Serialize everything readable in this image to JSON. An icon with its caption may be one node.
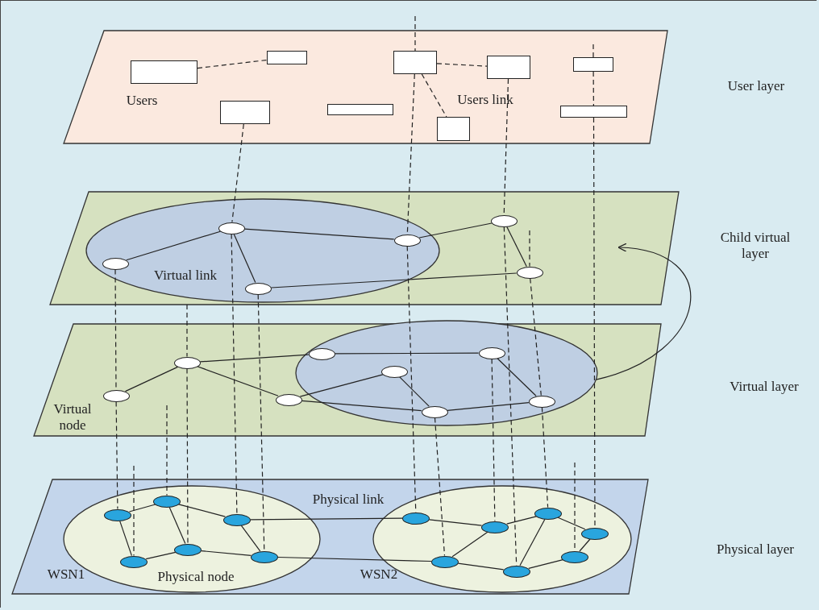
{
  "diagram": {
    "nodes": [
      {
        "text": [
          "User layer"
        ]
      },
      {
        "text": [],
        "shape": "box",
        "in": 0
      },
      {
        "text": [],
        "shape": "box",
        "in": 0
      },
      {
        "text": [],
        "shape": "box",
        "in": 0
      },
      {
        "text": [],
        "shape": "box",
        "in": 0
      },
      {
        "text": [],
        "shape": "box",
        "in": 0
      },
      {
        "text": [],
        "shape": "box",
        "in": 0
      },
      {
        "text": [],
        "shape": "box",
        "in": 0
      },
      {
        "text": [],
        "shape": "box",
        "in": 0
      },
      {
        "text": [],
        "shape": "box",
        "in": 0
      },
      {
        "text": [
          "Child virtual layer"
        ]
      },
      {
        "text": [],
        "shape": "ellipse",
        "in": 10
      },
      {
        "text": [],
        "shape": "ellipse",
        "in": 11
      },
      {
        "text": [],
        "shape": "ellipse",
        "in": 11
      },
      {
        "text": [],
        "shape": "ellipse",
        "in": 11
      },
      {
        "text": [],
        "shape": "ellipse",
        "in": 11
      },
      {
        "text": [],
        "shape": "ellipse",
        "in": 10
      },
      {
        "text": [],
        "shape": "ellipse",
        "in": 10
      },
      {
        "text": [
          "Virtual layer"
        ]
      },
      {
        "text": [],
        "shape": "ellipse",
        "in": 18
      },
      {
        "text": [],
        "shape": "ellipse",
        "in": 18
      },
      {
        "text": [],
        "shape": "ellipse",
        "in": 18
      },
      {
        "text": [],
        "shape": "ellipse",
        "in": 18
      },
      {
        "text": [],
        "shape": "ellipse",
        "in": 22
      },
      {
        "text": [],
        "shape": "ellipse",
        "in": 22
      },
      {
        "text": [],
        "shape": "ellipse",
        "in": 22
      },
      {
        "text": [],
        "shape": "ellipse",
        "in": 22
      },
      {
        "text": [],
        "shape": "ellipse",
        "in": 22
      },
      {
        "text": [
          "Physical layer"
        ]
      },
      {
        "text": [
          "WSN1"
        ],
        "in": 28
      },
      {
        "text": [],
        "shape": "ellipse",
        "in": 29
      },
      {
        "text": [],
        "shape": "ellipse",
        "in": 29
      },
      {
        "text": [],
        "shape": "ellipse",
        "in": 29
      },
      {
        "text": [],
        "shape": "ellipse",
        "in": 29
      },
      {
        "text": [],
        "shape": "ellipse",
        "in": 29
      },
      {
        "text": [],
        "shape": "ellipse",
        "in": 29
      },
      {
        "text": [
          "WSN2"
        ],
        "in": 28
      },
      {
        "text": [],
        "shape": "ellipse",
        "in": 36
      },
      {
        "text": [],
        "shape": "ellipse",
        "in": 36
      },
      {
        "text": [],
        "shape": "ellipse",
        "in": 36
      },
      {
        "text": [],
        "shape": "ellipse",
        "in": 36
      },
      {
        "text": [],
        "shape": "ellipse",
        "in": 36
      },
      {
        "text": [],
        "shape": "ellipse",
        "in": 36
      },
      {
        "text": [],
        "shape": "ellipse",
        "in": 36
      }
    ],
    "edges": [
      {
        "from": 1,
        "to": 2,
        "arrow": "none",
        "style": "dashed"
      },
      {
        "from": 5,
        "to": 6,
        "arrow": "none",
        "style": "dashed"
      },
      {
        "from": 5,
        "to": 7,
        "arrow": "none",
        "style": "dashed"
      },
      {
        "from": 12,
        "to": 13,
        "arrow": "none"
      },
      {
        "from": 13,
        "to": 14,
        "arrow": "none"
      },
      {
        "from": 13,
        "to": 15,
        "arrow": "none"
      },
      {
        "from": 14,
        "to": 16,
        "arrow": "none"
      },
      {
        "from": 16,
        "to": 17,
        "arrow": "none"
      },
      {
        "from": 15,
        "to": 17,
        "arrow": "none"
      },
      {
        "from": 19,
        "to": 20,
        "arrow": "none"
      },
      {
        "from": 20,
        "to": 23,
        "arrow": "none"
      },
      {
        "from": 20,
        "to": 21,
        "arrow": "none"
      },
      {
        "from": 23,
        "to": 26,
        "arrow": "none"
      },
      {
        "from": 21,
        "to": 24,
        "arrow": "none"
      },
      {
        "from": 24,
        "to": 25,
        "arrow": "none"
      },
      {
        "from": 21,
        "to": 25,
        "arrow": "none"
      },
      {
        "from": 25,
        "to": 27,
        "arrow": "none"
      },
      {
        "from": 26,
        "to": 27,
        "arrow": "none"
      },
      {
        "from": 30,
        "to": 31,
        "arrow": "none"
      },
      {
        "from": 30,
        "to": 33,
        "arrow": "none"
      },
      {
        "from": 31,
        "to": 32,
        "arrow": "none"
      },
      {
        "from": 31,
        "to": 34,
        "arrow": "none"
      },
      {
        "from": 33,
        "to": 34,
        "arrow": "none"
      },
      {
        "from": 34,
        "to": 35,
        "arrow": "none"
      },
      {
        "from": 32,
        "to": 35,
        "arrow": "none"
      },
      {
        "from": 32,
        "to": 37,
        "arrow": "none"
      },
      {
        "from": 35,
        "to": 41,
        "arrow": "none"
      },
      {
        "from": 37,
        "to": 38,
        "arrow": "none"
      },
      {
        "from": 38,
        "to": 39,
        "arrow": "none"
      },
      {
        "from": 38,
        "to": 41,
        "arrow": "none"
      },
      {
        "from": 39,
        "to": 42,
        "arrow": "none"
      },
      {
        "from": 39,
        "to": 40,
        "arrow": "none"
      },
      {
        "from": 40,
        "to": 43,
        "arrow": "none"
      },
      {
        "from": 41,
        "to": 42,
        "arrow": "none"
      },
      {
        "from": 42,
        "to": 43,
        "arrow": "none"
      },
      {
        "from": 22,
        "to": 10,
        "arrow": "to"
      },
      {
        "from": 12,
        "to": 19,
        "arrow": "none",
        "style": "dashed"
      },
      {
        "from": 19,
        "to": 30,
        "arrow": "none",
        "style": "dashed"
      },
      {
        "from": null,
        "to": 33,
        "arrow": "none",
        "style": "dashed"
      },
      {
        "from": null,
        "to": 31,
        "arrow": "none",
        "style": "dashed"
      },
      {
        "from": 10,
        "to": 20,
        "arrow": "none",
        "style": "dashed"
      },
      {
        "from": 20,
        "to": 34,
        "arrow": "none",
        "style": "dashed"
      },
      {
        "from": 3,
        "to": 13,
        "arrow": "none",
        "style": "dashed"
      },
      {
        "from": 13,
        "to": 32,
        "arrow": "none",
        "style": "dashed"
      },
      {
        "from": 15,
        "to": 35,
        "arrow": "none",
        "style": "dashed"
      },
      {
        "from": null,
        "to": 5,
        "arrow": "none",
        "style": "dashed"
      },
      {
        "from": 5,
        "to": 14,
        "arrow": "none",
        "style": "dashed"
      },
      {
        "from": 14,
        "to": 37,
        "arrow": "none",
        "style": "dashed"
      },
      {
        "from": 25,
        "to": 41,
        "arrow": "none",
        "style": "dashed"
      },
      {
        "from": 26,
        "to": 38,
        "arrow": "none",
        "style": "dashed"
      },
      {
        "from": 6,
        "to": 16,
        "arrow": "none",
        "style": "dashed"
      },
      {
        "from": 16,
        "to": 42,
        "arrow": "none",
        "style": "dashed"
      },
      {
        "from": null,
        "to": 17,
        "arrow": "none",
        "style": "dashed"
      },
      {
        "from": 17,
        "to": 27,
        "arrow": "none",
        "style": "dashed"
      },
      {
        "from": 27,
        "to": 39,
        "arrow": "none",
        "style": "dashed"
      },
      {
        "from": null,
        "to": 8,
        "arrow": "none",
        "style": "dashed"
      },
      {
        "from": 8,
        "to": 9,
        "arrow": "none",
        "style": "dashed"
      },
      {
        "from": 9,
        "to": 40,
        "arrow": "none",
        "style": "dashed"
      },
      {
        "from": null,
        "to": 43,
        "arrow": "none",
        "style": "dashed"
      }
    ],
    "labels": [
      "Users",
      "Users link",
      "Virtual link",
      "Virtual node",
      "Physical link",
      "Physical node"
    ]
  }
}
